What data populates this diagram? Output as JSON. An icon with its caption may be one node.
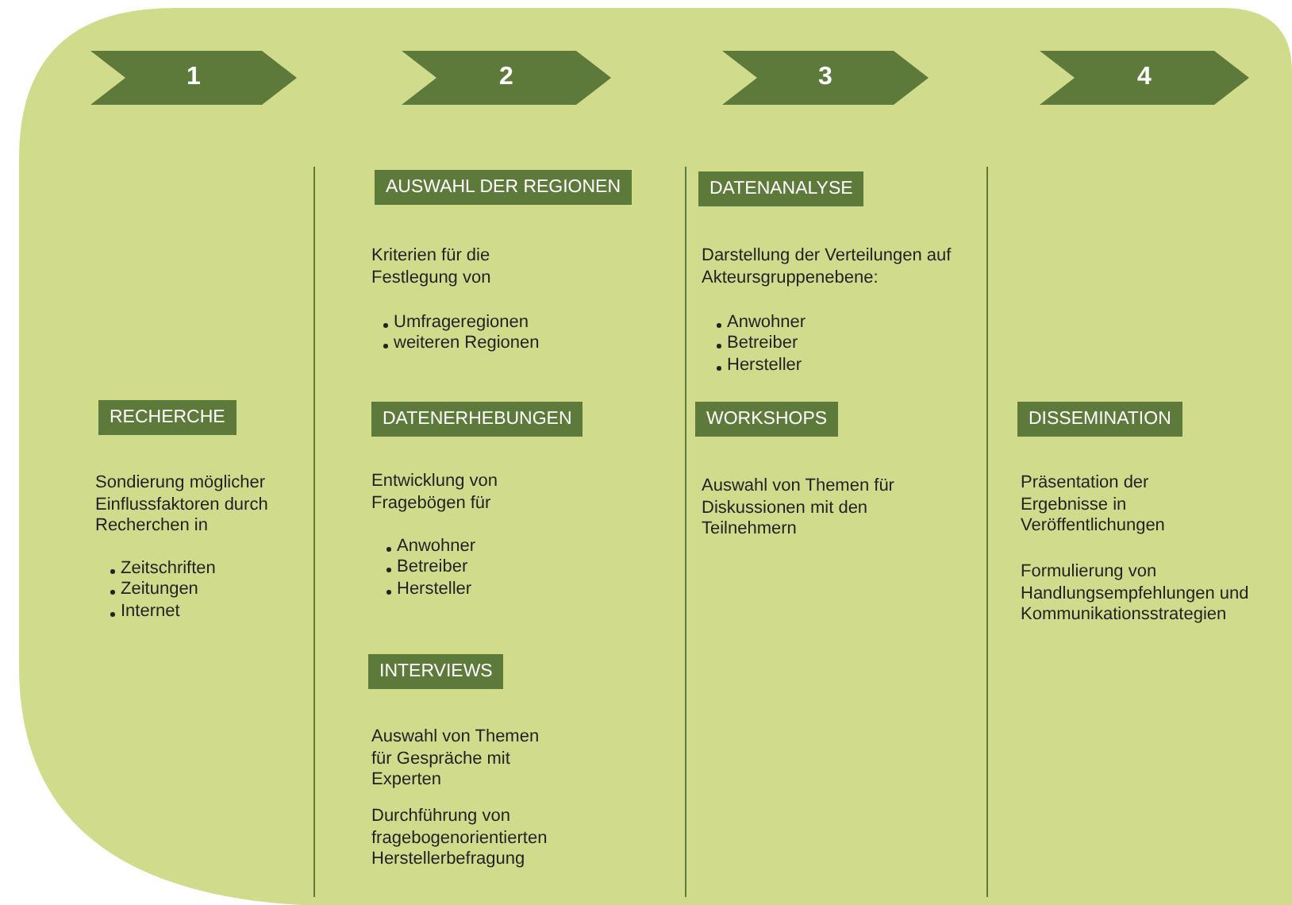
{
  "diagram": {
    "nodes": [
      {
        "text": [
          "1"
        ]
      },
      {
        "text": [
          "2"
        ]
      },
      {
        "text": [
          "3"
        ]
      },
      {
        "text": [
          "4"
        ]
      },
      {
        "text": [
          "AUSWAHL DER REGIONEN"
        ],
        "beside": [
          "Kriterien für die Festlegung von",
          "Umfrageregionen",
          "weiteren Regionen"
        ]
      },
      {
        "text": [
          "DATENANALYSE"
        ],
        "beside": [
          "Darstellung der Verteilungen auf Akteursgruppenebene:",
          "Anwohner",
          "Betreiber",
          "Hersteller"
        ]
      },
      {
        "text": [
          "RECHERCHE"
        ],
        "beside": [
          "Sondierung möglicher Einflussfaktoren durch Recherchen in",
          "Zeitschriften",
          "Zeitungen",
          "Internet"
        ]
      },
      {
        "text": [
          "DATENERHEBUNGEN"
        ],
        "beside": [
          "Entwicklung von Fragebögen für",
          "Anwohner",
          "Betreiber",
          "Hersteller"
        ]
      },
      {
        "text": [
          "WORKSHOPS"
        ],
        "beside": [
          "Auswahl von Themen für Diskussionen mit den Teilnehmern"
        ]
      },
      {
        "text": [
          "DISSEMINATION"
        ],
        "beside": [
          "Präsentation der Ergebnisse in Veröffentlichungen",
          "Formulierung von Handlungsempfehlungen und Kommunikationsstrategien"
        ]
      },
      {
        "text": [
          "INTERVIEWS"
        ],
        "beside": [
          "Auswahl von Themen für Gespräche mit Experten",
          "Durchführung von fragebogenorientierten Herstellerbefragung"
        ]
      }
    ]
  }
}
